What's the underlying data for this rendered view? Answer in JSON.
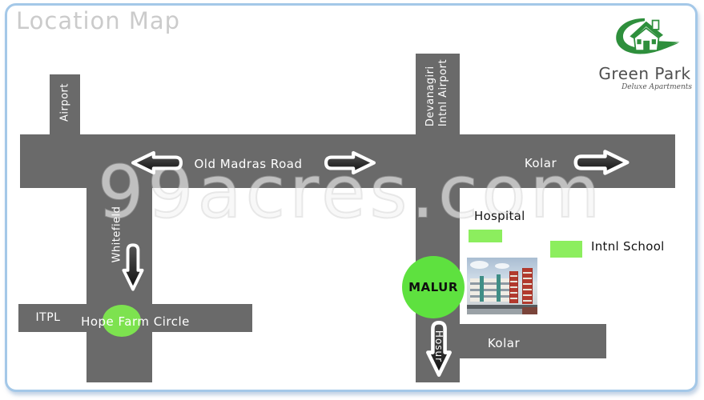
{
  "title": "Location Map",
  "logo": {
    "name": "Green Park",
    "tagline": "Deluxe Apartments"
  },
  "watermark": "99acres.com",
  "map": {
    "roads": {
      "airport_label": "Airport",
      "old_madras_label": "Old Madras Road",
      "kolar_top_label": "Kolar",
      "devanagiri_line1": "Devanagiri",
      "devanagiri_line2": "Intnl Airport",
      "whitefield_label": "Whitefield",
      "itpl_label": "ITPL",
      "hope_farm_label": "Hope Farm Circle",
      "hosur_label": "Hosur",
      "kolar_bottom_label": "Kolar"
    },
    "markers": {
      "malur_label": "MALUR",
      "hospital_label": "Hospital",
      "intnl_school_label": "Intnl School"
    },
    "colors": {
      "road_gray": "#6a6a6a",
      "marker_green": "#5ee13f",
      "legend_green": "#8cee5e",
      "logo_green": "#2e8f3c",
      "border_blue": "#a4c8e8",
      "title_gray": "#cbcbcb"
    }
  }
}
